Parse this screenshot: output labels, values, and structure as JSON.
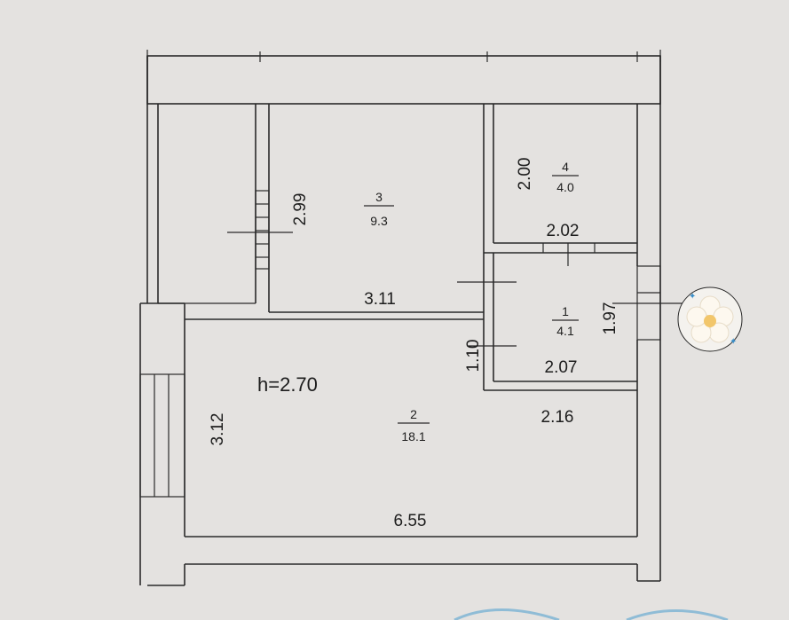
{
  "plan": {
    "height_label": "h=2.70",
    "rooms": [
      {
        "number": "1",
        "area": "4.1"
      },
      {
        "number": "2",
        "area": "18.1"
      },
      {
        "number": "3",
        "area": "9.3"
      },
      {
        "number": "4",
        "area": "4.0"
      }
    ],
    "dimensions": {
      "room3_height": "2.99",
      "room3_width": "3.11",
      "room4_height": "2.00",
      "room4_width": "2.02",
      "room1_height": "1.97",
      "room1_width": "2.07",
      "door_width": "1.10",
      "room2_height": "3.12",
      "room2_right": "2.16",
      "room2_width": "6.55"
    }
  },
  "colors": {
    "paper": "#e4e2e0",
    "ink": "#2a2a2a",
    "flower_petals": "#fdf8ef",
    "flower_center": "#f2c66b",
    "swirl": "#8fbcd6"
  },
  "icons": [
    "flower-sticker-icon",
    "blue-swirl-icon"
  ]
}
